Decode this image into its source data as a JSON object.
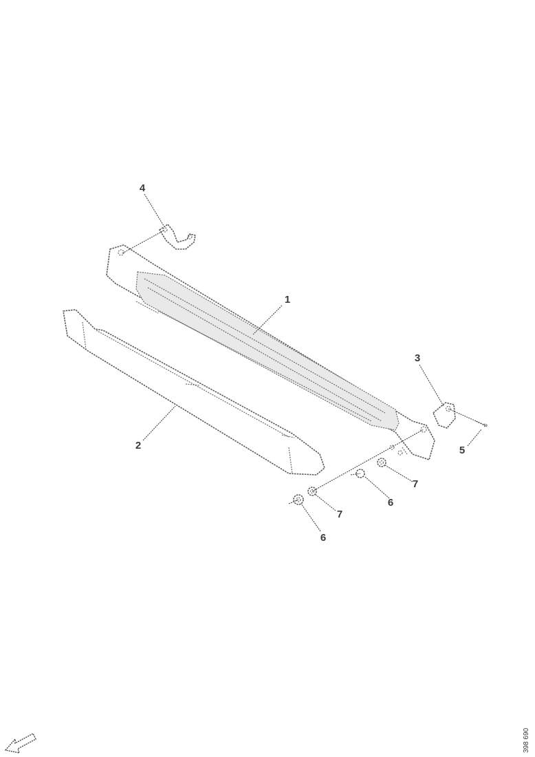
{
  "callouts": {
    "c1": "1",
    "c2": "2",
    "c3": "3",
    "c4": "4",
    "c5": "5",
    "c6a": "6",
    "c6b": "6",
    "c7a": "7",
    "c7b": "7"
  },
  "drawing_number": "398 690",
  "icons": {
    "orientation": "arrow-pointing-front-left"
  }
}
